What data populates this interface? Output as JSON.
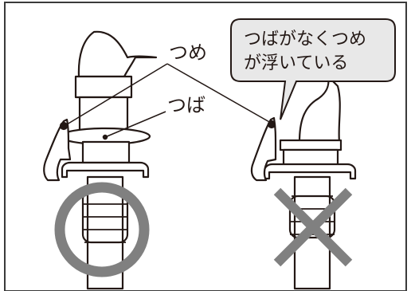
{
  "labels": {
    "tsume": "つめ",
    "tsuba": "つば",
    "callout_line1": "つばがなくつめ",
    "callout_line2": "が浮いている"
  },
  "marks": {
    "ok_symbol": "circle",
    "ng_symbol": "cross"
  },
  "colors": {
    "line": "#231815",
    "callout_fill": "#e8e8e8",
    "mark_gray": "#808080",
    "frame": "#3a3a3a"
  }
}
